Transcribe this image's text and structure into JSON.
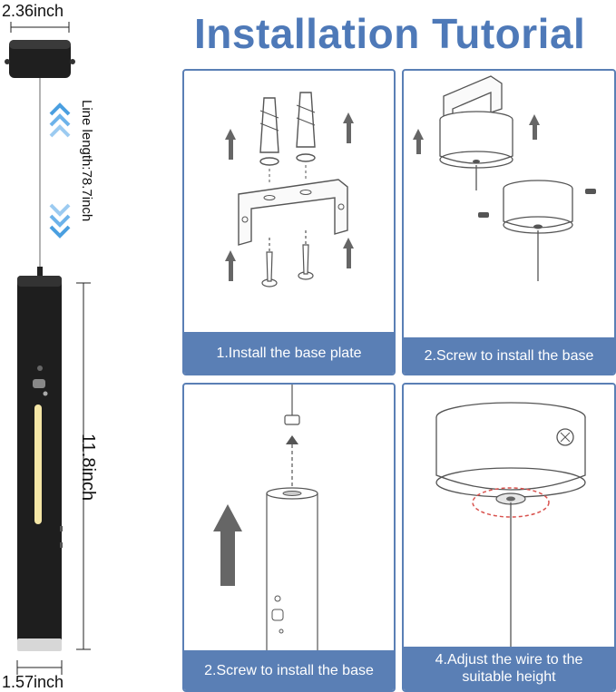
{
  "title": "Installation Tutorial",
  "dimensions": {
    "canopy_width": "2.36inch",
    "line_length": "Line length:78.7inch",
    "tube_height": "11.8inch",
    "tube_diameter": "1.57inch"
  },
  "steps": [
    {
      "caption": "1.Install the base plate"
    },
    {
      "caption": "2.Screw to install the base"
    },
    {
      "caption": "2.Screw to install the base"
    },
    {
      "caption": "4.Adjust the wire to the\nsuitable height"
    }
  ],
  "colors": {
    "accent": "#5a7fb5",
    "title": "#4e79b8",
    "arrow_blue": "#4a9fe0",
    "lamp_body": "#1e1e1e",
    "led_strip": "#f4e6a6"
  }
}
